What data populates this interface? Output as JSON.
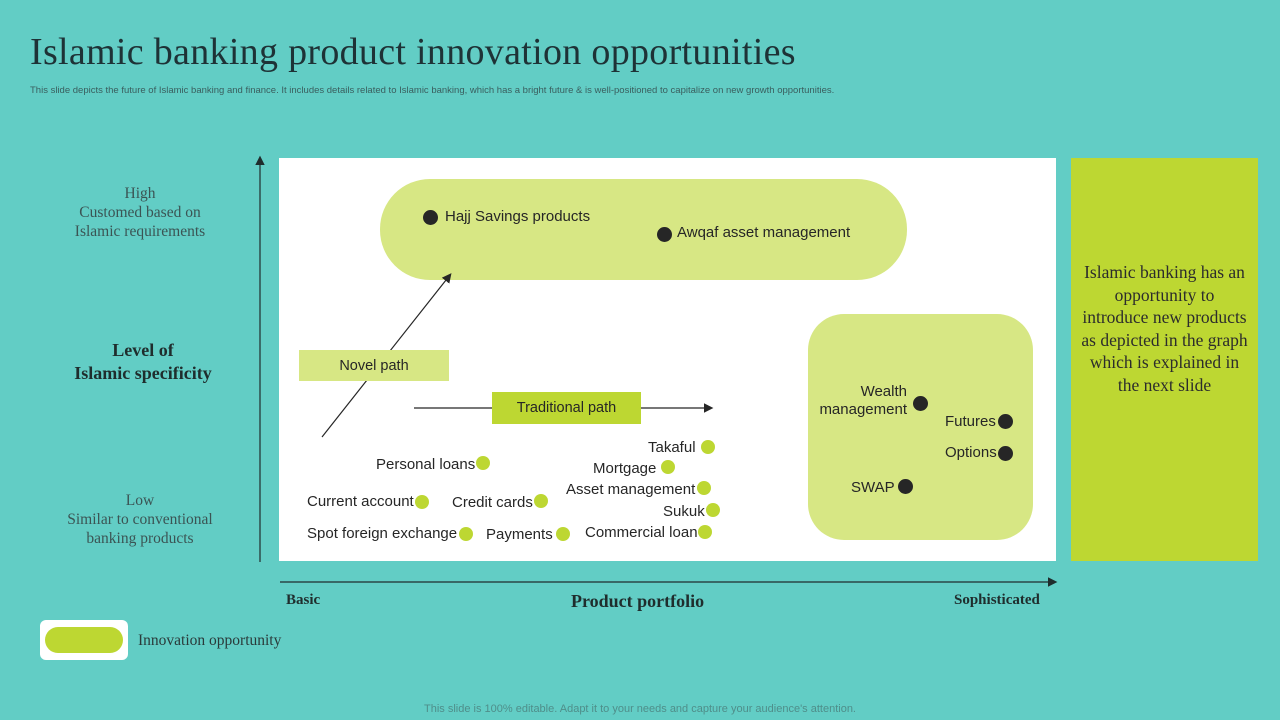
{
  "title": "Islamic banking product innovation opportunities",
  "subtitle": "This slide depicts the future of Islamic banking and finance. It includes details related to Islamic banking,  which has a bright future & is  well-positioned to capitalize on new growth opportunities.",
  "y_axis": {
    "high": [
      "High",
      "Customed based on",
      "Islamic requirements"
    ],
    "title": [
      "Level of",
      "Islamic specificity"
    ],
    "low": [
      "Low",
      "Similar to conventional",
      "banking products"
    ]
  },
  "x_axis": {
    "basic": "Basic",
    "title": "Product portfolio",
    "sophisticated": "Sophisticated"
  },
  "top_opportunity": {
    "items": [
      "Hajj  Savings products",
      "Awqaf asset management"
    ]
  },
  "paths": {
    "novel": "Novel path",
    "traditional": "Traditional path"
  },
  "traditional_products": [
    "Personal loans",
    "Current account",
    "Credit cards",
    "Spot foreign exchange",
    "Payments",
    "Takaful",
    "Mortgage",
    "Asset management",
    "Sukuk",
    "Commercial loan"
  ],
  "right_opportunity": {
    "wealth": [
      "Wealth",
      "management"
    ],
    "futures": "Futures",
    "options": "Options",
    "swap": "SWAP"
  },
  "side_note": "Islamic banking has an opportunity to introduce new products as depicted in the graph which is explained in the next slide",
  "legend": {
    "label": "Innovation opportunity"
  },
  "footer": "This slide is 100% editable. Adapt it to your needs and capture your audience's attention.",
  "colors": {
    "background": "#62cdc5",
    "accent_green": "#bdd732",
    "light_green": "#d7e784",
    "dark": "#262626"
  }
}
